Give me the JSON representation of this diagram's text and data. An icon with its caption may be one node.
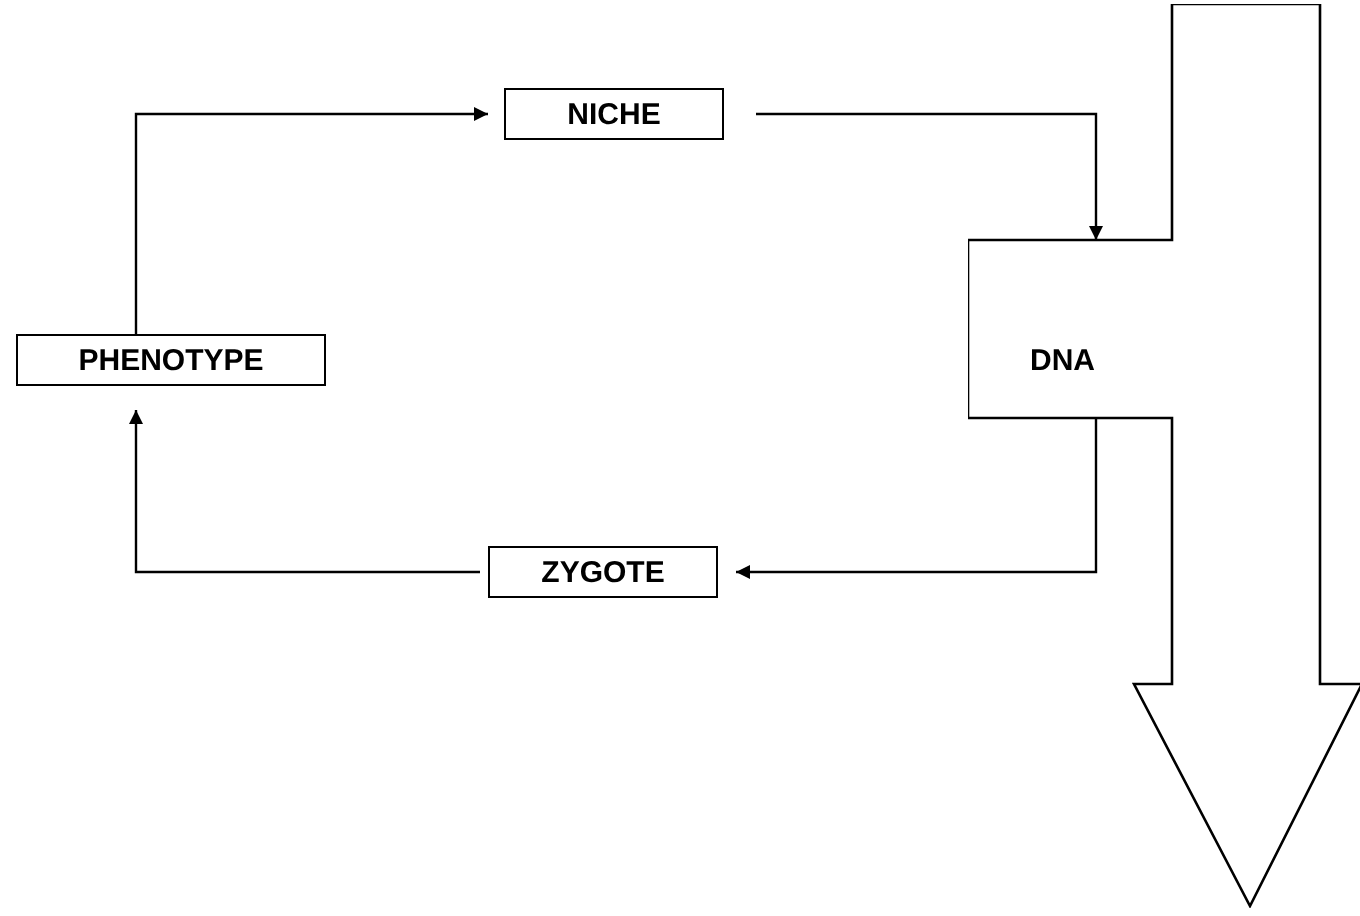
{
  "diagram": {
    "nodes": [
      {
        "text": [
          "NICHE"
        ]
      },
      {
        "text": [
          "PHENOTYPE"
        ]
      },
      {
        "text": [
          "ZYGOTE"
        ]
      },
      {
        "text": [
          "DNA"
        ]
      }
    ],
    "edges": [
      {
        "from": 1,
        "to": 0,
        "arrow": "to"
      },
      {
        "from": 0,
        "to": 3,
        "arrow": "to"
      },
      {
        "from": 3,
        "to": 2,
        "arrow": "to"
      },
      {
        "from": 2,
        "to": 1,
        "arrow": "to"
      }
    ]
  }
}
